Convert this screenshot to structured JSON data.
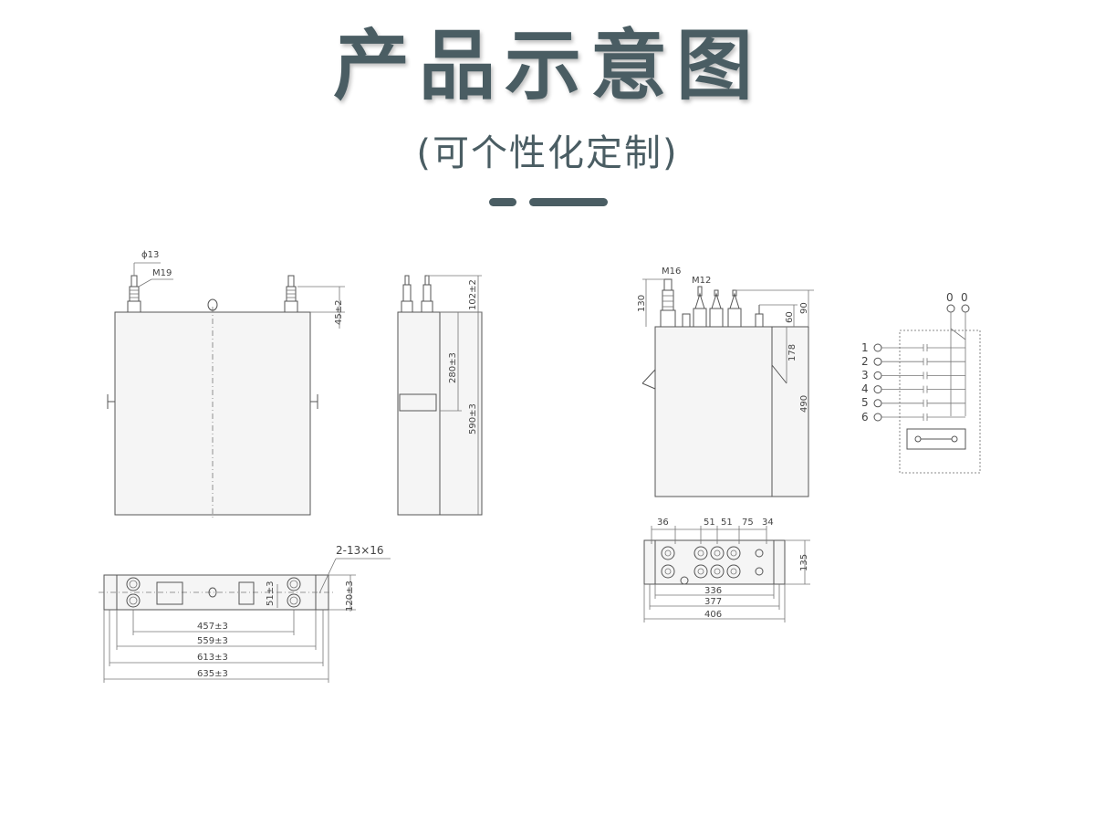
{
  "header": {
    "title": "产品示意图",
    "subtitle": "(可个性化定制)"
  },
  "colors": {
    "title": "#4a5d63",
    "line": "#555555"
  },
  "left_drawing": {
    "front_view": {
      "terminal_dia": "ϕ13",
      "thread": "M19",
      "terminal_height": "45±2"
    },
    "side_view": {
      "top_height": "102±2",
      "mid_height": "280±3",
      "total_height": "590±3"
    },
    "bottom_view": {
      "holes": "2-13×16",
      "dim_a": "457±3",
      "dim_b": "559±3",
      "dim_c": "613±3",
      "dim_d": "635±3",
      "depth_inner": "51±3",
      "depth_outer": "120±3"
    }
  },
  "right_drawing": {
    "front_view": {
      "thread_large": "M16",
      "thread_small": "M12",
      "height_a": "130",
      "height_b": "90",
      "height_c": "60",
      "height_d": "178",
      "height_e": "490"
    },
    "bottom_view": {
      "spacing_a": "36",
      "spacing_b": "51",
      "spacing_c": "51",
      "spacing_d": "75",
      "spacing_e": "34",
      "depth": "135",
      "width_a": "336",
      "width_b": "377",
      "width_c": "406"
    },
    "schematic": {
      "terminals": [
        "1",
        "2",
        "3",
        "4",
        "5",
        "6"
      ],
      "top_left": "0",
      "top_right": "0"
    }
  }
}
